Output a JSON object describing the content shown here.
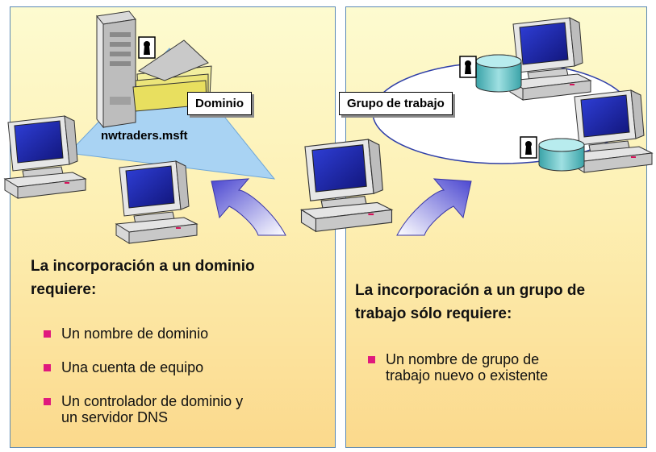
{
  "left": {
    "tag": "Dominio",
    "domain_name": "nwtraders.msft",
    "heading_line1": "La incorporación a un dominio",
    "heading_line2": "requiere:",
    "bullets": [
      "Un nombre de dominio",
      "Una cuenta de equipo",
      "Un controlador de dominio y",
      "un servidor DNS"
    ]
  },
  "right": {
    "tag": "Grupo de trabajo",
    "heading_line1": "La incorporación a un grupo de",
    "heading_line2": "trabajo sólo requiere:",
    "bullets": [
      "Un nombre de grupo de",
      "trabajo nuevo o existente"
    ]
  },
  "colors": {
    "bullet": "#e0197d",
    "triangle": "#a9d3f3",
    "arrow": "#5b58d6",
    "border": "#5b89b5"
  }
}
